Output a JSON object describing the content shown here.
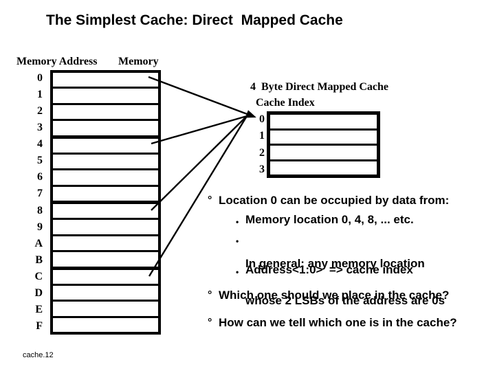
{
  "title": "The Simplest Cache: Direct  Mapped Cache",
  "footer": "cache.12",
  "colors": {
    "ink": "#000000",
    "paper": "#ffffff"
  },
  "memory": {
    "address_label": "Memory Address",
    "header": "Memory",
    "rows": [
      "0",
      "1",
      "2",
      "3",
      "4",
      "5",
      "6",
      "7",
      "8",
      "9",
      "A",
      "B",
      "C",
      "D",
      "E",
      "F"
    ],
    "group_separator_after": [
      3,
      7,
      11
    ]
  },
  "cache": {
    "title": "4  Byte Direct Mapped Cache",
    "index_label": "Cache Index",
    "rows": [
      "0",
      "1",
      "2",
      "3"
    ]
  },
  "mapping": {
    "from_memory_rows": [
      "0",
      "4",
      "8",
      "C"
    ],
    "to_cache_index": "0"
  },
  "bullets": [
    {
      "marker": "°",
      "text": "Location 0 can be occupied by data from:",
      "subs": [
        {
          "marker": "•",
          "lines": [
            "Memory location 0, 4, 8, ... etc."
          ]
        },
        {
          "marker": "•",
          "lines": [
            "In general: any memory location",
            "whose 2 LSBs of the address are 0s"
          ]
        },
        {
          "marker": "•",
          "lines": [
            "Address<1:0>  => cache index"
          ]
        }
      ]
    },
    {
      "marker": "°",
      "text": "Which one should we place in the cache?"
    },
    {
      "marker": "°",
      "text": "How can we tell which one is in the cache?"
    }
  ]
}
